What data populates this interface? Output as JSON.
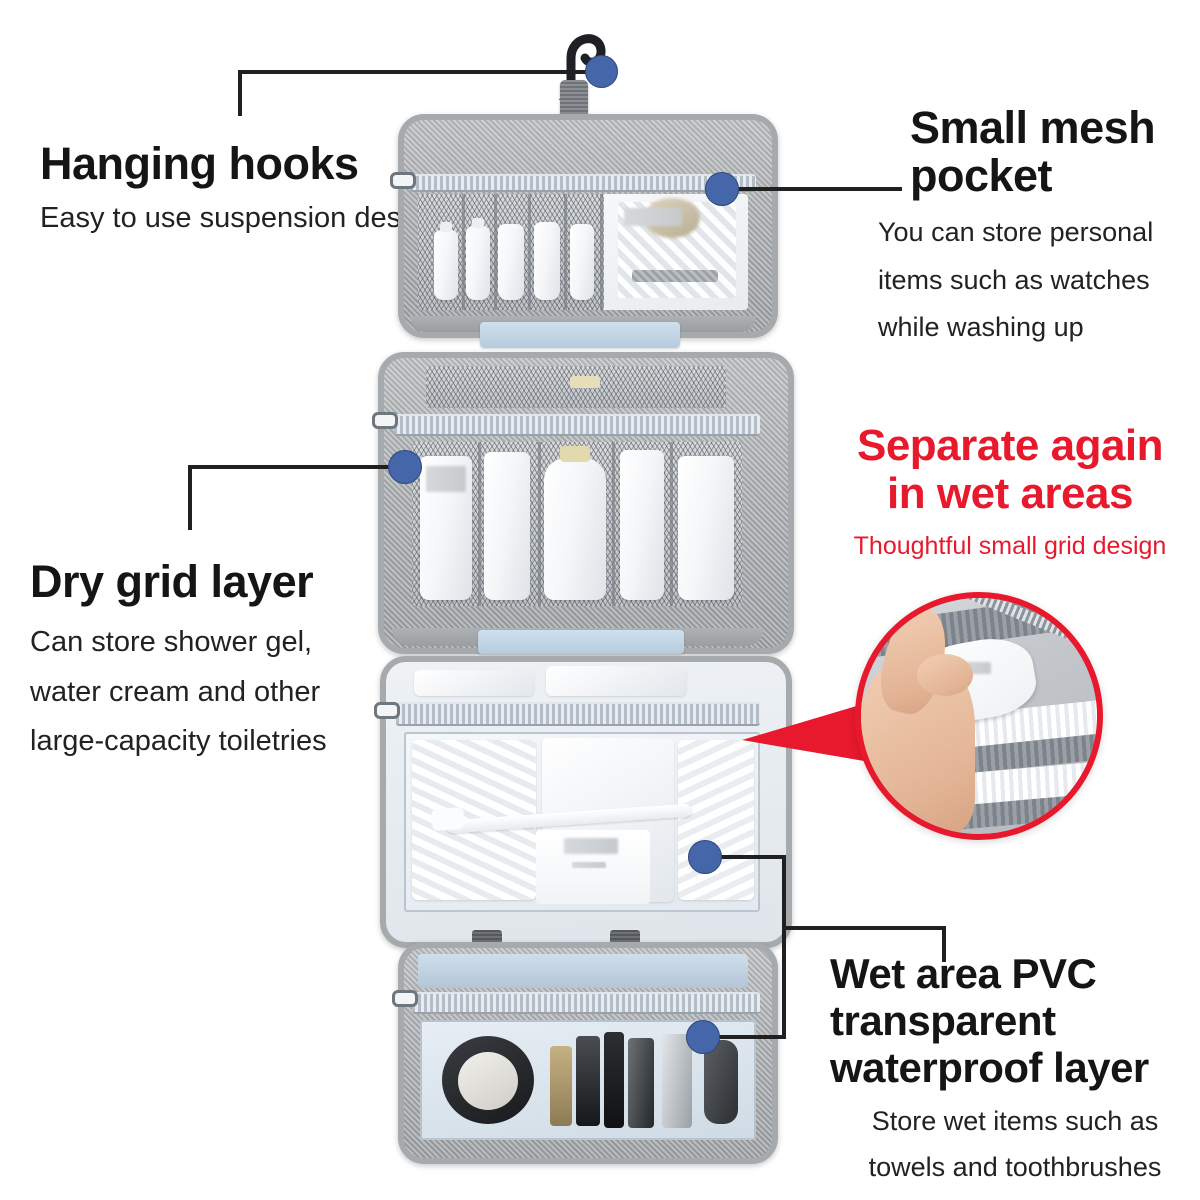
{
  "page": {
    "kind": "product-infographic",
    "subject": "hanging travel toiletry bag",
    "accent_blue": "#4566a8",
    "accent_red": "#e8192c",
    "line_color": "#202020",
    "background": "#ffffff"
  },
  "callouts": {
    "hanging_hooks": {
      "title": "Hanging hooks",
      "subtitle": "Easy to use suspension design",
      "dot_name": "hanging-hooks-marker"
    },
    "small_mesh_pocket": {
      "title_line1": "Small mesh",
      "title_line2": "pocket",
      "subtitle_line1": "You can store personal",
      "subtitle_line2": "items such as watches",
      "subtitle_line3": "while washing up",
      "dot_name": "small-mesh-pocket-marker"
    },
    "dry_grid_layer": {
      "title": "Dry grid layer",
      "subtitle_line1": "Can store shower gel,",
      "subtitle_line2": "water cream and other",
      "subtitle_line3": "large-capacity toiletries",
      "dot_name": "dry-grid-layer-marker"
    },
    "separate_wet_areas": {
      "title_line1": "Separate again",
      "title_line2": "in wet areas",
      "subtitle": "Thoughtful small grid design",
      "color": "#e8192c"
    },
    "wet_area_pvc": {
      "title_line1": "Wet area PVC",
      "title_line2": "transparent",
      "title_line3": "waterproof layer",
      "subtitle_line1": "Store wet items such as",
      "subtitle_line2": "towels and toothbrushes",
      "dot_name_upper": "wet-area-pvc-marker",
      "dot_name_lower": "wet-area-bottom-marker"
    }
  },
  "product": {
    "panels": [
      {
        "id": "panel-mesh-lid",
        "label": "mesh pocket lid",
        "compartments": 5
      },
      {
        "id": "panel-dry-grid",
        "label": "dry grid layer",
        "compartments": 5
      },
      {
        "id": "panel-pvc-clear",
        "label": "PVC transparent layer",
        "compartments": 1
      },
      {
        "id": "panel-wet-bottom",
        "label": "wet area bottom pouch",
        "compartments": 1
      }
    ],
    "hook_label": "hanging hook",
    "strap_label": "hanging strap"
  },
  "inset": {
    "label": "small grid detail photo",
    "border_color": "#e8192c",
    "arrow_color": "#e8192c"
  }
}
